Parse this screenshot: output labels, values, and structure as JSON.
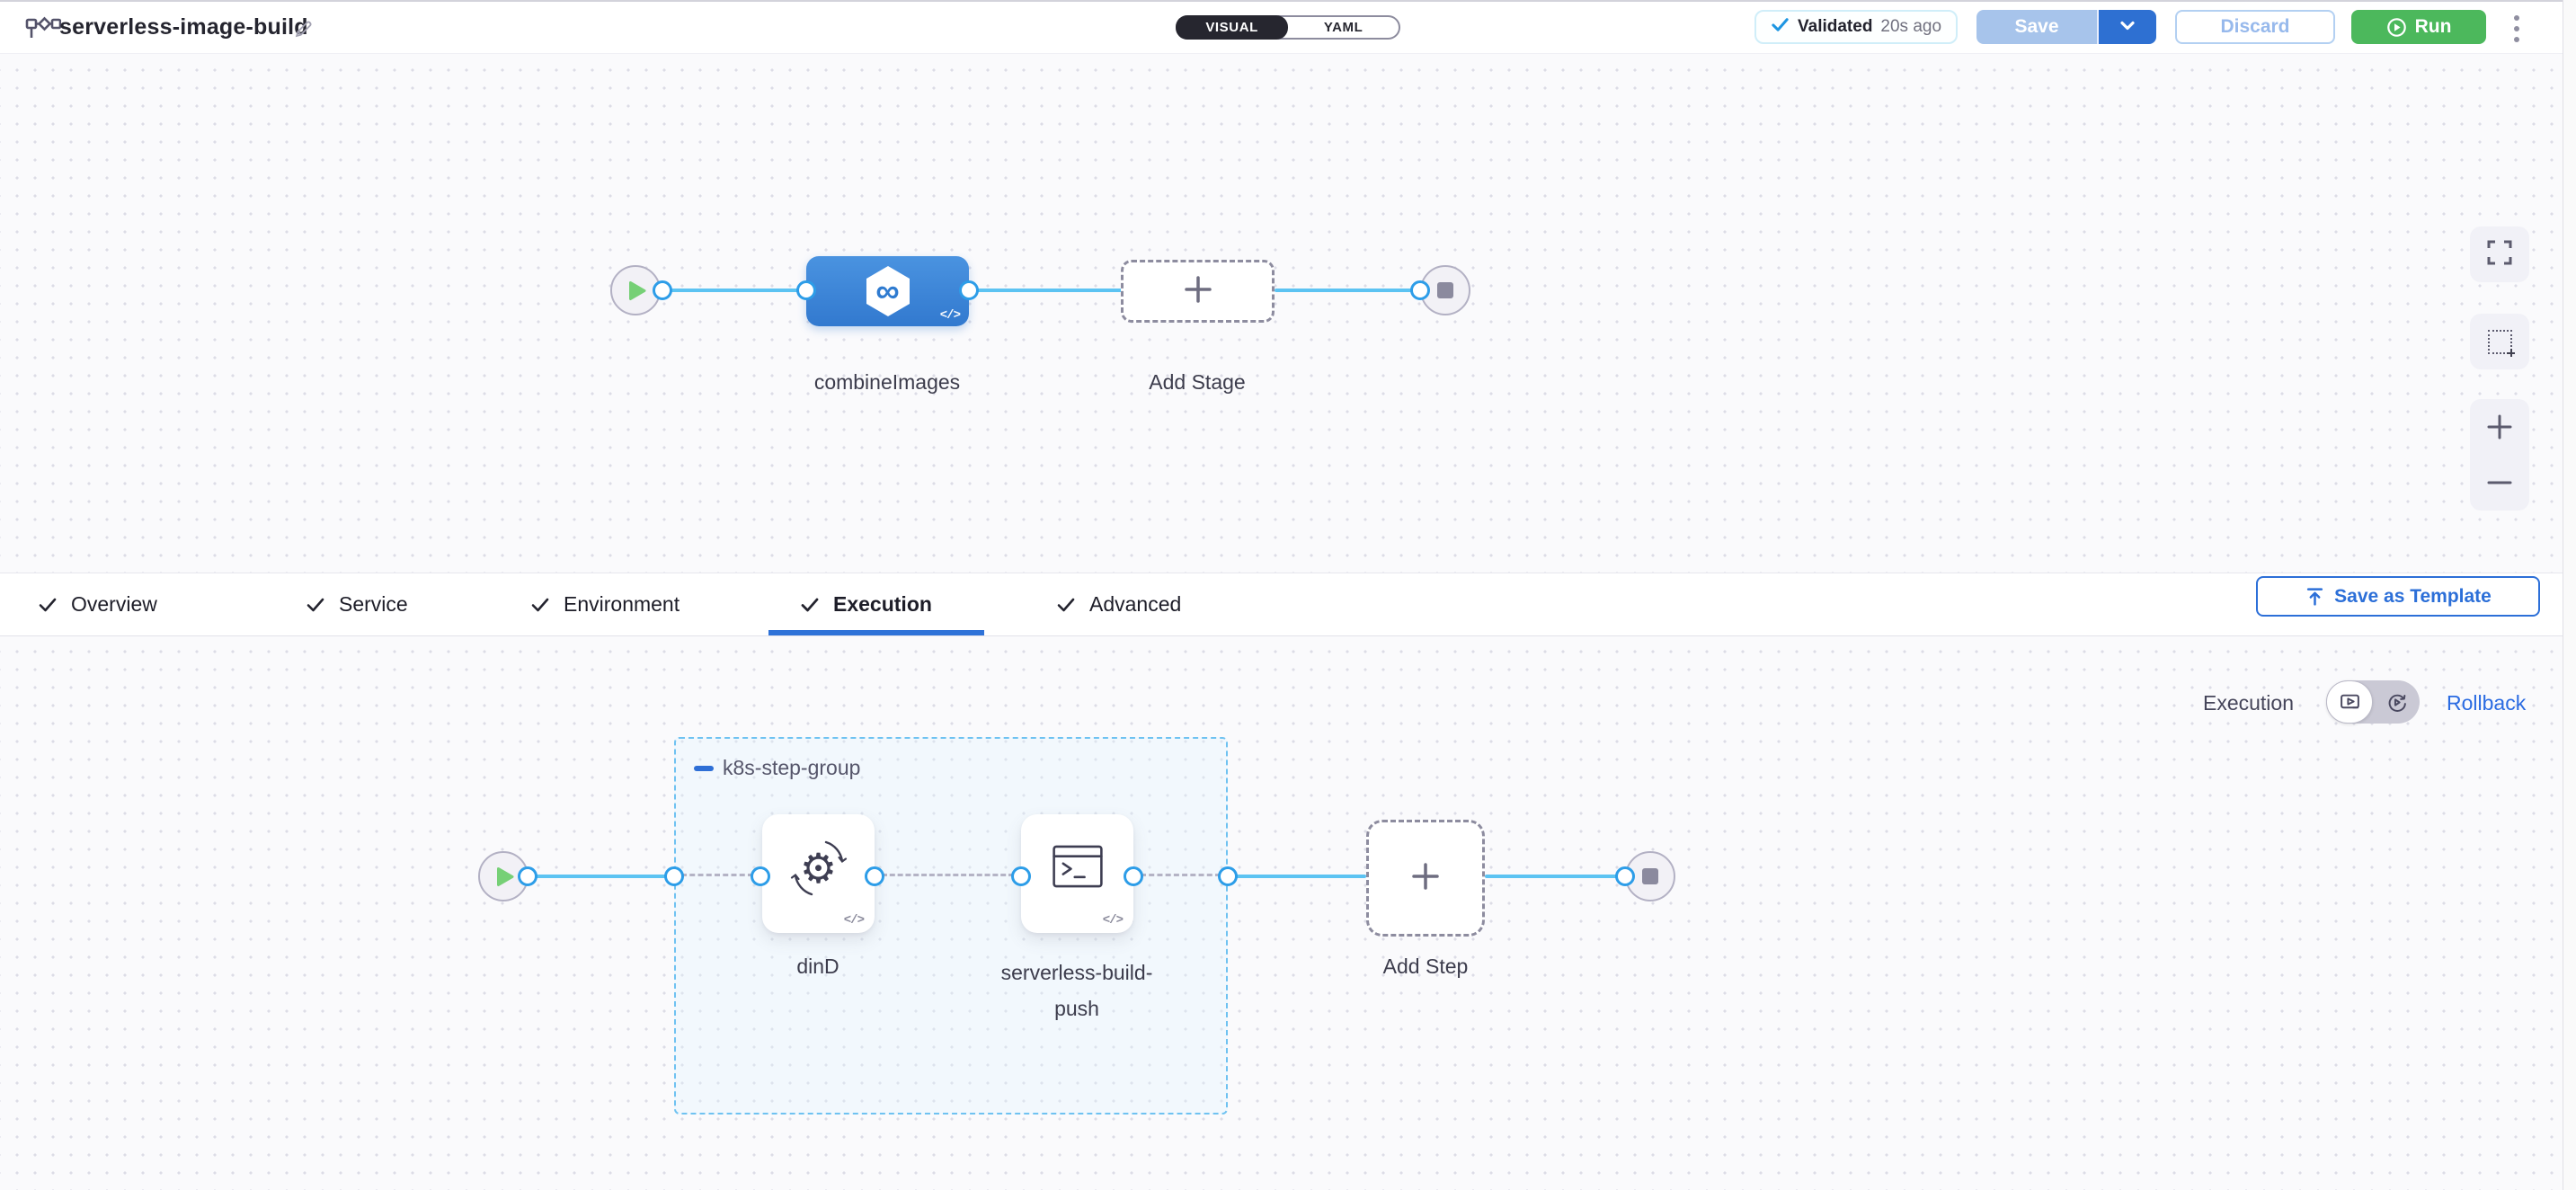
{
  "header": {
    "title": "serverless-image-build",
    "mode_toggle": {
      "visual_label": "VISUAL",
      "yaml_label": "YAML",
      "selected": "VISUAL"
    },
    "validation_badge": {
      "status_label": "Validated",
      "time_ago": "20s ago"
    },
    "buttons": {
      "save": "Save",
      "discard": "Discard",
      "run": "Run"
    }
  },
  "top_canvas": {
    "stage_name": "combineImages",
    "add_stage_label": "Add Stage"
  },
  "tabs": {
    "items": [
      {
        "label": "Overview"
      },
      {
        "label": "Service"
      },
      {
        "label": "Environment"
      },
      {
        "label": "Execution"
      },
      {
        "label": "Advanced"
      }
    ],
    "active_tab": "Execution",
    "save_as_template_label": "Save as Template"
  },
  "execution_panel": {
    "mode_label": "Execution",
    "rollback_label": "Rollback",
    "step_group": {
      "name": "k8s-step-group",
      "steps": [
        {
          "name": "dinD"
        },
        {
          "name": "serverless-build-push"
        }
      ]
    },
    "add_step_label": "Add Step"
  },
  "icons": {
    "code_glyph": "</>",
    "infinity_glyph": "∞",
    "gear_glyph": "⚙"
  },
  "colors": {
    "primary_blue": "#2e70d2",
    "stage_blue": "#3a86d8",
    "connector_blue": "#5cc3f2",
    "run_green": "#4cb85c",
    "validated_check_blue": "#1e96e2",
    "tab_underline_blue": "#2e72d8"
  }
}
